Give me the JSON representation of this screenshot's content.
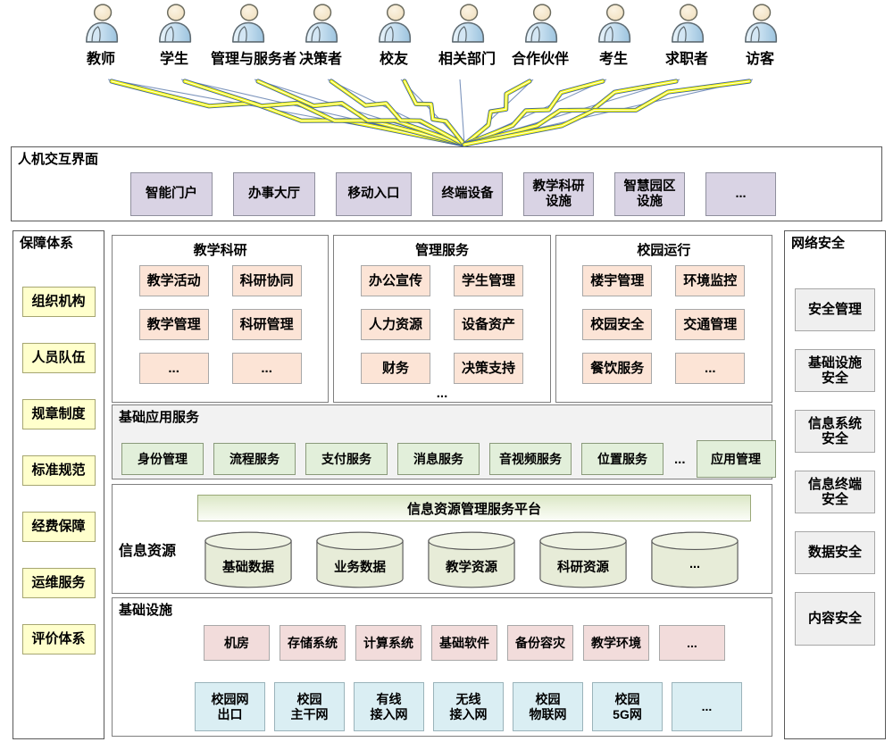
{
  "users": [
    "教师",
    "学生",
    "管理与服务者",
    "决策者",
    "校友",
    "相关部门",
    "合作伙伴",
    "考生",
    "求职者",
    "访客"
  ],
  "hci": {
    "title": "人机交互界面",
    "items": [
      "智能门户",
      "办事大厅",
      "移动入口",
      "终端设备",
      "教学科研\n设施",
      "智慧园区\n设施",
      "..."
    ]
  },
  "support": {
    "title": "保障体系",
    "items": [
      "组织机构",
      "人员队伍",
      "规章制度",
      "标准规范",
      "经费保障",
      "运维服务",
      "评价体系"
    ]
  },
  "security": {
    "title": "网络安全",
    "items": [
      "安全管理",
      "基础设施\n安全",
      "信息系统\n安全",
      "信息终端\n安全",
      "数据安全",
      "内容安全"
    ]
  },
  "domains": [
    {
      "title": "教学科研",
      "items": [
        "教学活动",
        "科研协同",
        "教学管理",
        "科研管理",
        "...",
        "..."
      ],
      "footer": ""
    },
    {
      "title": "管理服务",
      "items": [
        "办公宣传",
        "学生管理",
        "人力资源",
        "设备资产",
        "财务",
        "决策支持"
      ],
      "footer": "..."
    },
    {
      "title": "校园运行",
      "items": [
        "楼宇管理",
        "环境监控",
        "校园安全",
        "交通管理",
        "餐饮服务",
        "..."
      ],
      "footer": ""
    }
  ],
  "app_services": {
    "title": "基础应用服务",
    "items": [
      "身份管理",
      "流程服务",
      "支付服务",
      "消息服务",
      "音视频服务",
      "位置服务"
    ],
    "ellipsis": "...",
    "manager": "应用管理"
  },
  "info_resources": {
    "label": "信息资源",
    "platform": "信息资源管理服务平台",
    "databases": [
      "基础数据",
      "业务数据",
      "教学资源",
      "科研资源",
      "..."
    ]
  },
  "infrastructure": {
    "title": "基础设施",
    "facilities": [
      "机房",
      "存储系统",
      "计算系统",
      "基础软件",
      "备份容灾",
      "教学环境",
      "..."
    ],
    "networks": [
      "校园网\n出口",
      "校园\n主干网",
      "有线\n接入网",
      "无线\n接入网",
      "校园\n物联网",
      "校园\n5G网",
      "..."
    ]
  },
  "colors": {
    "lavender": "#d9d3e4",
    "yellow": "#ffffcc",
    "peach": "#fce4d6",
    "green": "#e2efda",
    "gray": "#efefef",
    "pink": "#f2dcdb",
    "blue": "#daeef3",
    "bolt_yellow": "#ffff00",
    "bolt_outline": "#44679a",
    "line_blue": "#7d95bd"
  }
}
